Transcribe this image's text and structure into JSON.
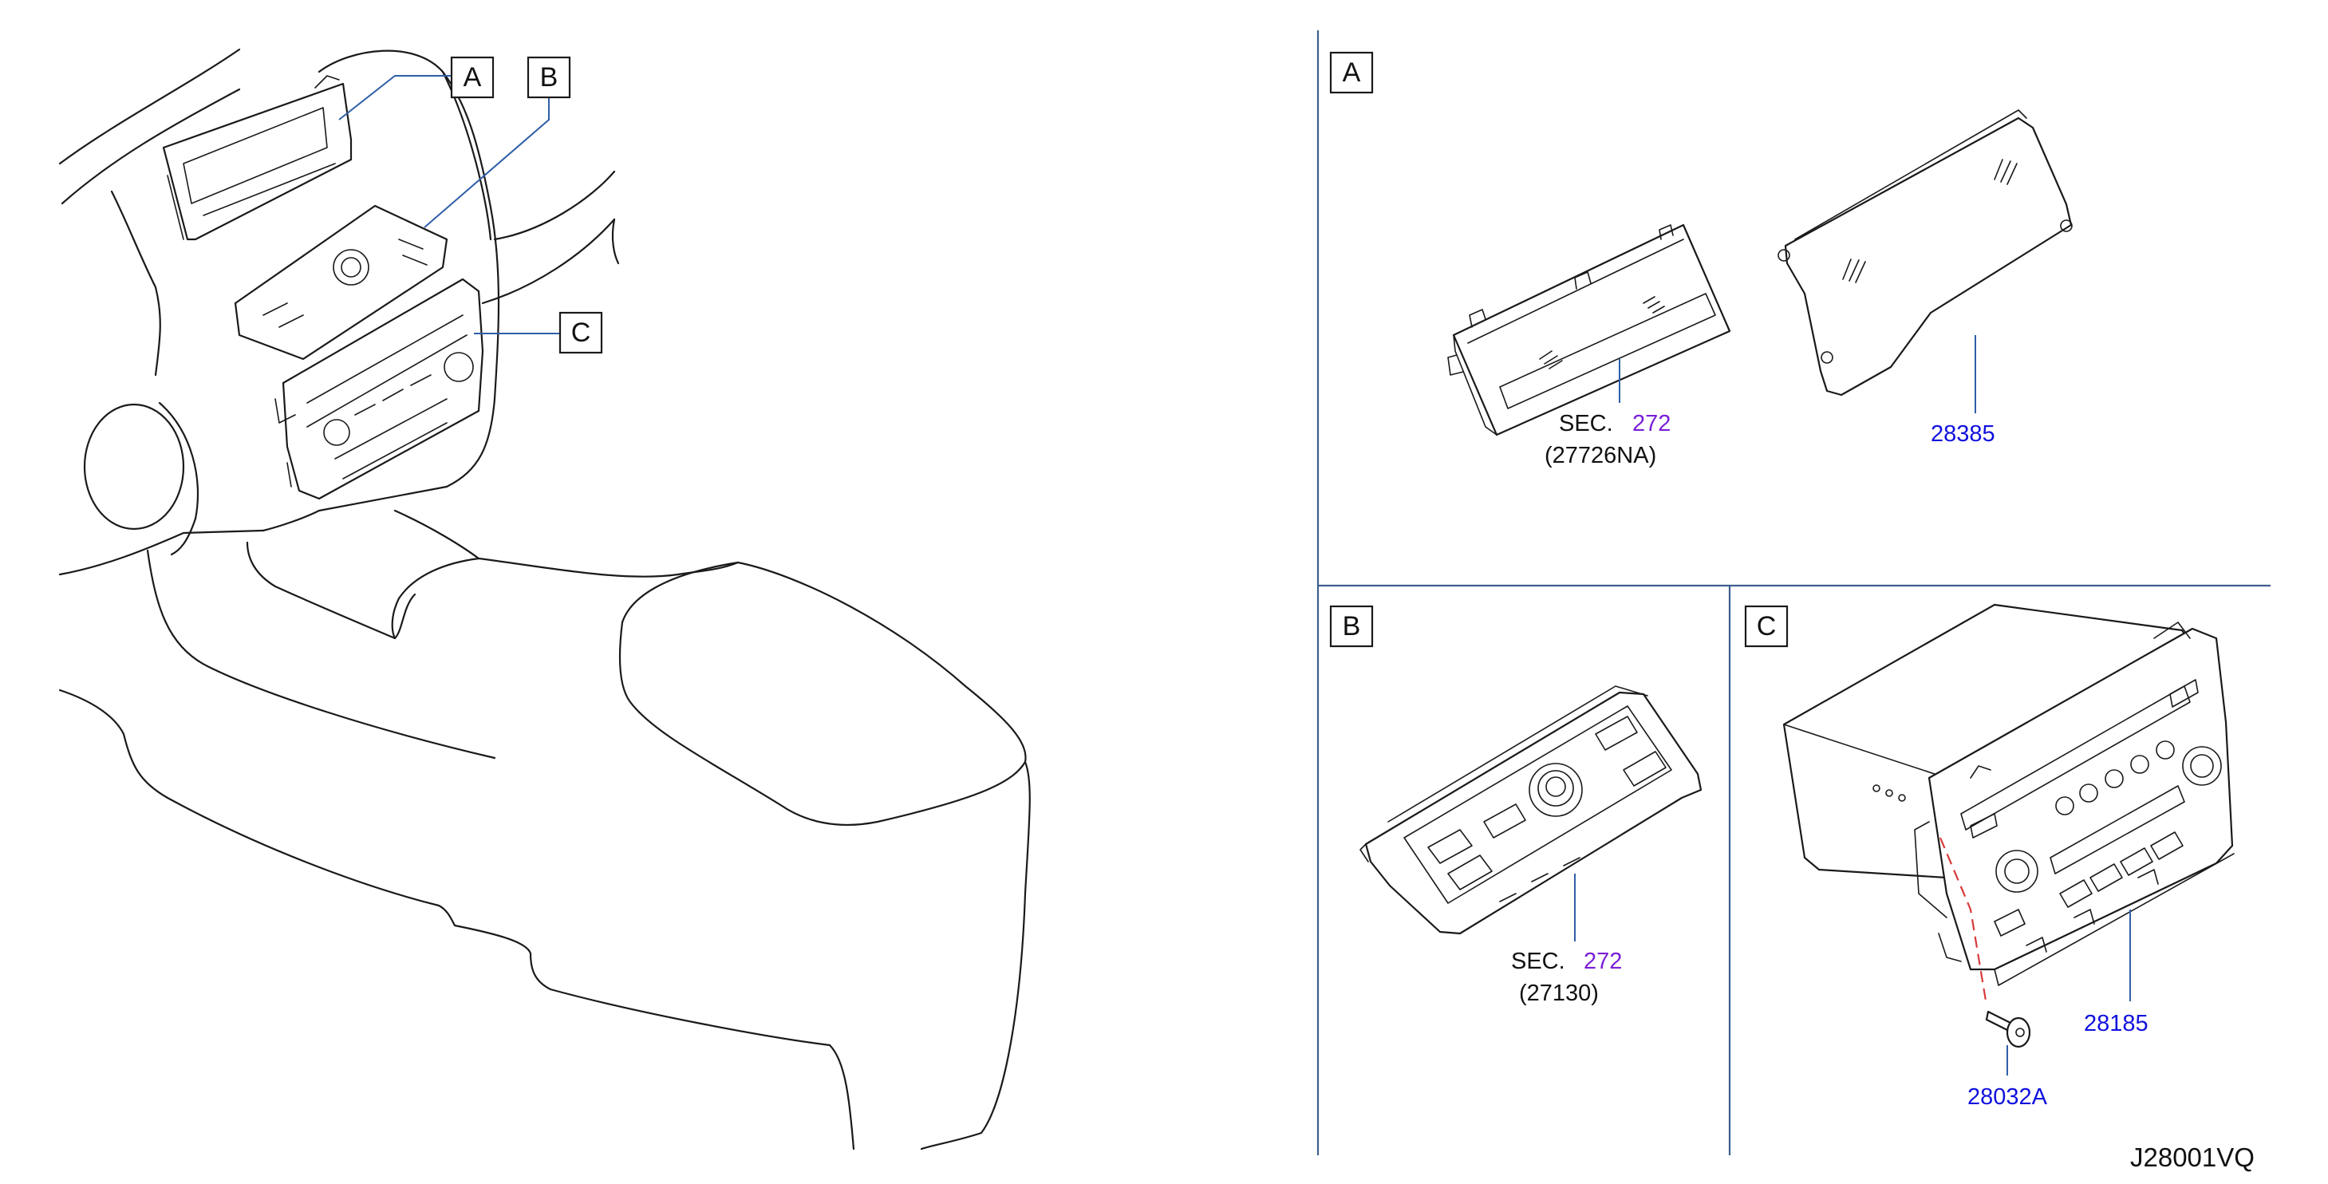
{
  "callouts": {
    "overview": {
      "a": "A",
      "b": "B",
      "c": "C"
    },
    "panel_a": "A",
    "panel_b": "B",
    "panel_c": "C"
  },
  "panel_a": {
    "display_unit": {
      "sec_prefix": "SEC.",
      "sec_number": "272",
      "part_code": "(27726NA)"
    },
    "finisher_part": "28385"
  },
  "panel_b": {
    "controller": {
      "sec_prefix": "SEC.",
      "sec_number": "272",
      "part_code": "(27130)"
    }
  },
  "panel_c": {
    "audio_unit_part": "28185",
    "screw_part": "28032A"
  },
  "drawing_code": "J28001VQ",
  "colors": {
    "leader": "#2f5fa8",
    "sec_number": "#7a1fd6",
    "part_number": "#1111dd",
    "install_dash": "#d83a3a"
  }
}
